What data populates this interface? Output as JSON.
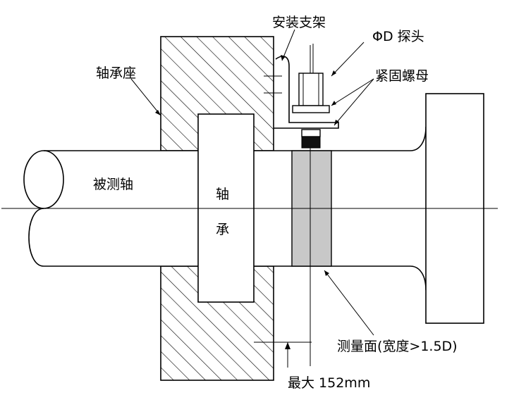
{
  "labels": {
    "bracket": "安装支架",
    "probe": "ΦD 探头",
    "nut": "紧固螺母",
    "bearing_seat": "轴承座",
    "shaft": "被测轴",
    "bearing_1": "轴",
    "bearing_2": "承",
    "measure_surface": "测量面(宽度>1.5D)",
    "max_distance": "最大 152mm"
  },
  "colors": {
    "hatch": "#000000",
    "measure_fill": "#c8c8c8",
    "probe_tip": "#111111"
  }
}
